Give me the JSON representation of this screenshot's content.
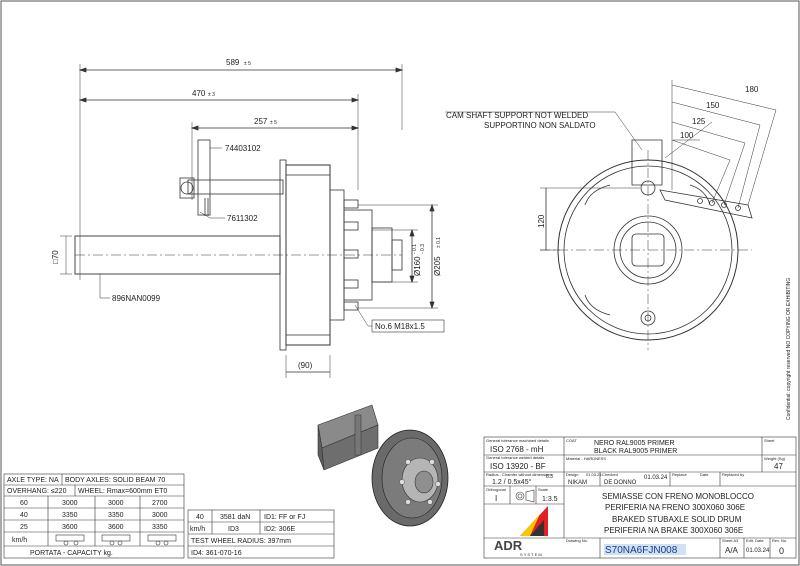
{
  "dims": {
    "d589": "589",
    "d589_tol": "± 5",
    "d470": "470",
    "d470_tol": "± 3",
    "d257": "257",
    "d257_tol": "± 5",
    "d90": "(90)",
    "d70": "□70",
    "d160": "Ø160",
    "d160_tol_top": "- 0.1",
    "d160_tol_bot": "- 0.3",
    "d205": "Ø205",
    "d205_tol": "± 0.1",
    "d120": "120",
    "d180": "180",
    "d150": "150",
    "d125": "125",
    "d100": "100"
  },
  "callouts": {
    "part1": "74403102",
    "part2": "7611302",
    "part3": "896NAN0099",
    "studs": "No.6 M18x1.5",
    "cam_en": "CAM SHAFT SUPPORT NOT WELDED",
    "cam_it": "SUPPORTINO NON SALDATO"
  },
  "confidential": "Confidential: copyright reserved NO COPYING OR EXHIBITING",
  "specs": {
    "axle_type": "AXLE TYPE: NA",
    "body_axles": "BODY AXLES: SOLID BEAM 70",
    "overhang": "OVERHANG: ≤220",
    "wheel": "WHEEL: Rmax=600mm ET0",
    "rows": [
      [
        "60",
        "3000",
        "3000",
        "2700"
      ],
      [
        "40",
        "3350",
        "3350",
        "3000"
      ],
      [
        "25",
        "3600",
        "3600",
        "3350"
      ]
    ],
    "kmh": "km/h",
    "capacity": "PORTATA - CAPACITY kg."
  },
  "brake": {
    "speed": "40",
    "force": "3581 daN",
    "id1": "ID1: FF or FJ",
    "kmh": "km/h",
    "id3": "ID3",
    "id2": "ID2: 306E",
    "test_radius": "TEST WHEEL RADIUS:  397mm",
    "id4": "ID4: 361-070-16"
  },
  "title_block": {
    "gen_tol_label": "General tolerance machined details",
    "gen_tol": "ISO 2768 - mH",
    "gen_tol_weld_label": "General tolerance welded details",
    "gen_tol_weld": "ISO 13920 - BF",
    "coat_label": "COAT",
    "coat1": "NERO RAL9005 PRIMER",
    "coat2": "BLACK RAL9005 PRIMER",
    "mat_label": "Material - HARDNESS",
    "weight_label": "Weight (Kg)",
    "weight": "47",
    "sheet_label": "Sheet",
    "radius_label": "Radius - Chamfer without dimensions",
    "radius": "1.2 / 0.5x45°",
    "rough_label": "6.3",
    "design_label": "Design",
    "designer": "NIKAM",
    "date1": "01.03.24",
    "checked_label": "Checked",
    "checker": "DE DONNO",
    "date2": "01.03.24",
    "replace_label": "Replace",
    "date_label": "Date",
    "replaced_label": "Replaced by",
    "projection_label": "Orthogonal",
    "projection": "I",
    "scale_label": "Scale",
    "scale": "1:3.5",
    "desc1": "SEMIASSE CON FRENO MONOBLOCCO",
    "desc2": "PERIFERIA NA FRENO 300X060 306E",
    "desc3": "BRAKED STUBAXLE SOLID DRUM",
    "desc4": "PERIFERIA NA BRAKE 300X060 306E",
    "logo_text": "ADR",
    "logo_sub": "S Y S T E M",
    "drawing_label": "Drawing No.",
    "drawing_no": "S70NA6FJN008",
    "sheet_a3_label": "Sheet A3",
    "sheet_a3": "A/A",
    "edit_label": "Edit. Date",
    "edit_date": "01.03.24",
    "rev_label": "Rev. No.",
    "rev": "0"
  }
}
